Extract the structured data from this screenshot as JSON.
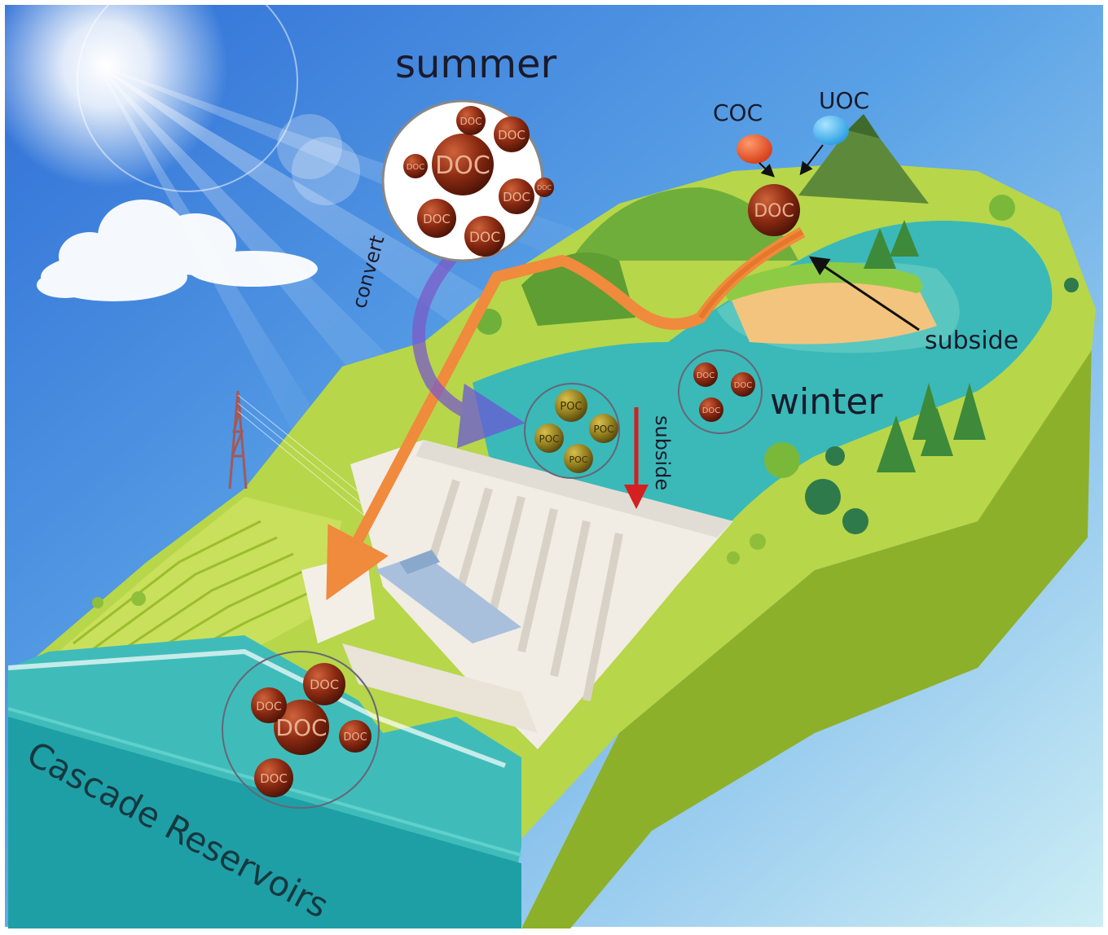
{
  "labels": {
    "summer": "summer",
    "winter": "winter",
    "convert": "convert",
    "subside_vertical": "subside",
    "subside_right": "subside",
    "coc": "COC",
    "uoc": "UOC",
    "cascade": "Cascade Reservoirs"
  },
  "particles": {
    "doc": "DOC",
    "poc": "POC"
  },
  "colors": {
    "sky_top": "#3a78d8",
    "sky_bottom": "#c9ecf4",
    "water": "#38b6b2",
    "land": "#a9cc3c",
    "doc_particle": "#8a2a12",
    "poc_particle": "#8f7a1e",
    "orange_arrow": "#f08a3c",
    "convert_arrow": "#7a5bc8",
    "subside_arrow": "#d42020",
    "coc_dot": "#e8542c",
    "uoc_dot": "#49b4ec"
  }
}
